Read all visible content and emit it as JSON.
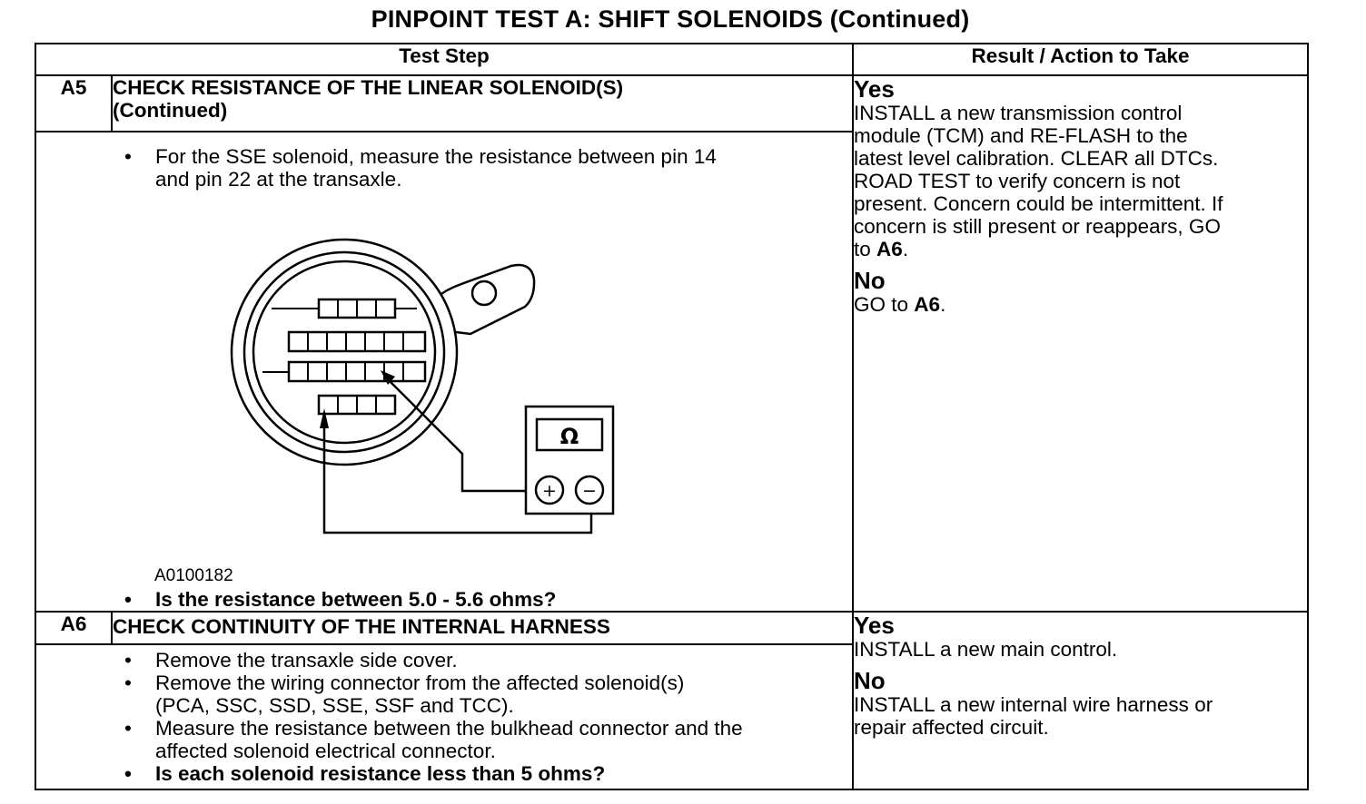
{
  "page_title": "PINPOINT TEST  A: SHIFT SOLENOIDS (Continued)",
  "table": {
    "headers": [
      "Test Step",
      "Result / Action to Take"
    ],
    "steps": [
      {
        "id": "A5",
        "title_line1": "CHECK RESISTANCE OF THE LINEAR SOLENOID(S)",
        "title_line2": "(Continued)",
        "instruction_line1": "For the SSE solenoid, measure the resistance between pin 14",
        "instruction_line2": "and pin 22 at the transaxle.",
        "figure": {
          "label": "A0100182",
          "meter_symbol": "Ω",
          "plus_symbol": "+",
          "minus_symbol": "−"
        },
        "question": "Is the resistance between 5.0 - 5.6 ohms?",
        "yes_label": "Yes",
        "yes_lines": [
          "INSTALL a new transmission control",
          "module (TCM) and RE-FLASH to the",
          "latest level calibration. CLEAR all DTCs.",
          "ROAD TEST to verify concern is not",
          "present. Concern could be intermittent. If",
          "concern is still present or reappears,  GO"
        ],
        "yes_last_prefix": "to ",
        "yes_goto": "A6",
        "yes_last_suffix": ".",
        "no_label": "No",
        "no_prefix": "GO to ",
        "no_goto": "A6",
        "no_suffix": "."
      },
      {
        "id": "A6",
        "title": "CHECK CONTINUITY OF THE INTERNAL HARNESS",
        "bullet1": "Remove the transaxle side cover.",
        "bullet2_line1": "Remove the wiring connector from the affected solenoid(s)",
        "bullet2_line2": "(PCA, SSC, SSD, SSE, SSF and TCC).",
        "bullet3_line1": "Measure the resistance between the bulkhead connector and the",
        "bullet3_line2": "affected solenoid electrical connector.",
        "question": "Is each solenoid resistance less than 5 ohms?",
        "yes_label": "Yes",
        "yes_text": "INSTALL a new main control.",
        "no_label": "No",
        "no_line1": "INSTALL a new internal wire harness or",
        "no_line2": "repair affected circuit."
      }
    ]
  }
}
